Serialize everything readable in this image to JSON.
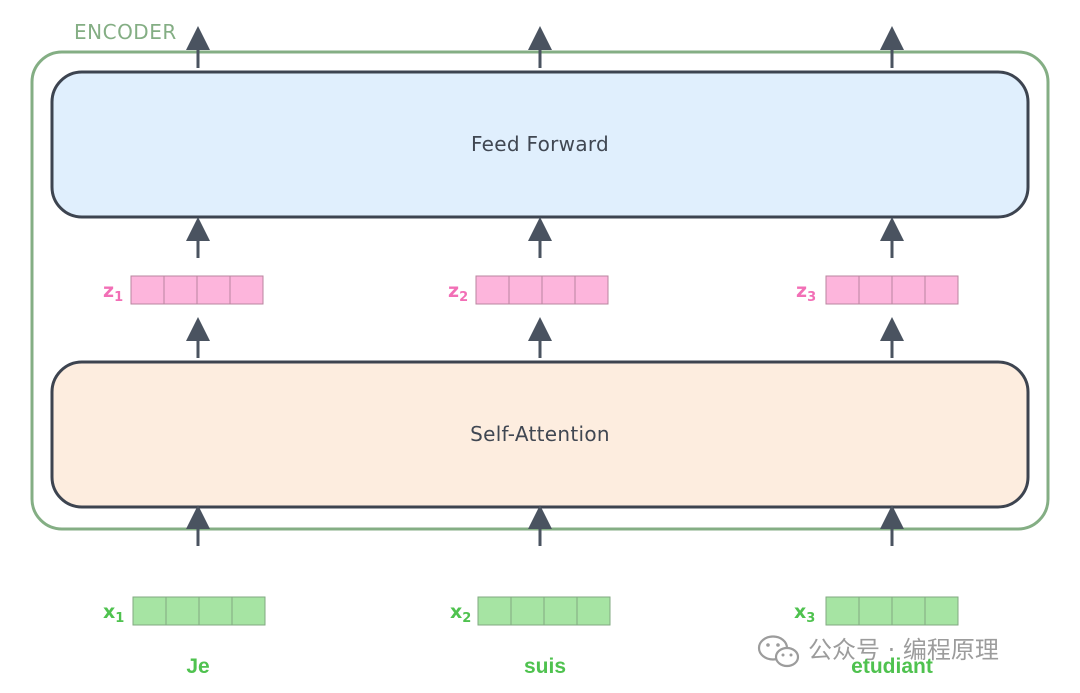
{
  "encoder": {
    "title": "ENCODER",
    "border_color": "#84ae84"
  },
  "feed_forward": {
    "label": "Feed Forward",
    "fill_color": "#e0effd"
  },
  "self_attention": {
    "label": "Self-Attention",
    "fill_color": "#fdeddf"
  },
  "z_vectors": [
    {
      "label": "z",
      "subscript": "1"
    },
    {
      "label": "z",
      "subscript": "2"
    },
    {
      "label": "z",
      "subscript": "3"
    }
  ],
  "x_vectors": [
    {
      "label": "x",
      "subscript": "1",
      "word": "Je"
    },
    {
      "label": "x",
      "subscript": "2",
      "word": "suis"
    },
    {
      "label": "x",
      "subscript": "3",
      "word": "etudiant"
    }
  ],
  "vector_cells": 4,
  "colors": {
    "z_fill": "#fdb5dc",
    "z_text": "#f26fb6",
    "x_fill": "#a6e4a3",
    "x_text": "#4fc24f",
    "arrow": "#4a5360",
    "box_stroke": "#3d4450"
  },
  "watermark": {
    "text": "公众号 · 编程原理",
    "icon": "wechat-icon"
  }
}
